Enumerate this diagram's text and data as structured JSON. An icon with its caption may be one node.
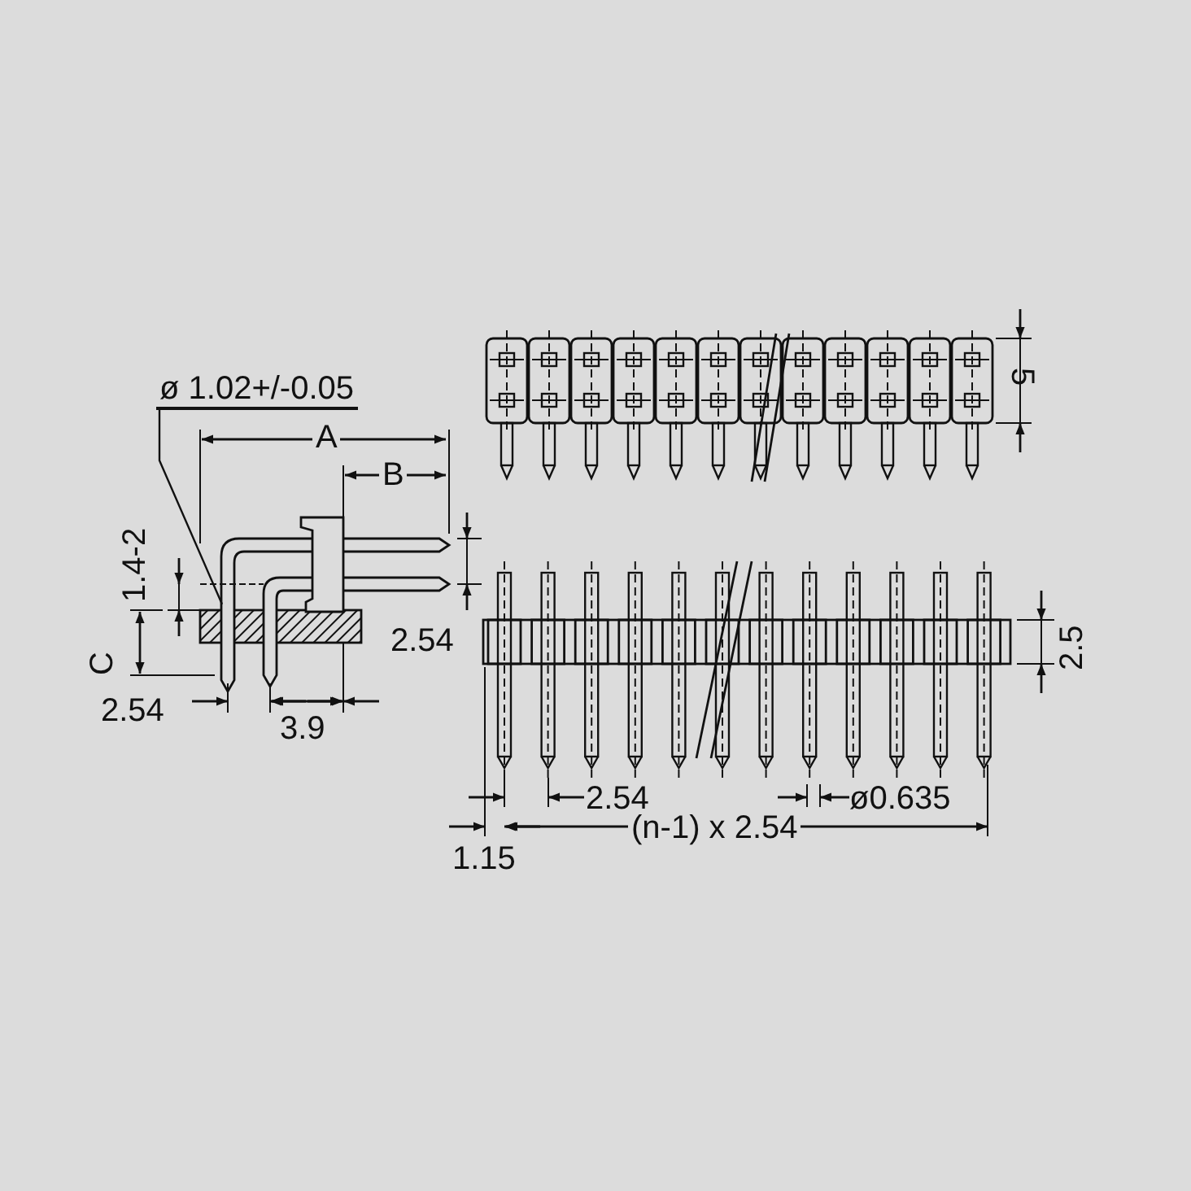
{
  "diagram": {
    "nodes": [
      {
        "text": [
          "ø 1.02+/-0.05"
        ]
      },
      {
        "text": [],
        "shape": "picture"
      }
    ],
    "edges": [
      {
        "from": 0,
        "to": 1,
        "arrow": "none"
      }
    ],
    "labels": [
      "A",
      "B",
      "5",
      "1.4-2",
      "C",
      "2.54",
      "2.5",
      "2.54",
      "3.9",
      "2.54",
      "ø0.635",
      "1.15",
      "(n-1) x 2.54"
    ]
  }
}
